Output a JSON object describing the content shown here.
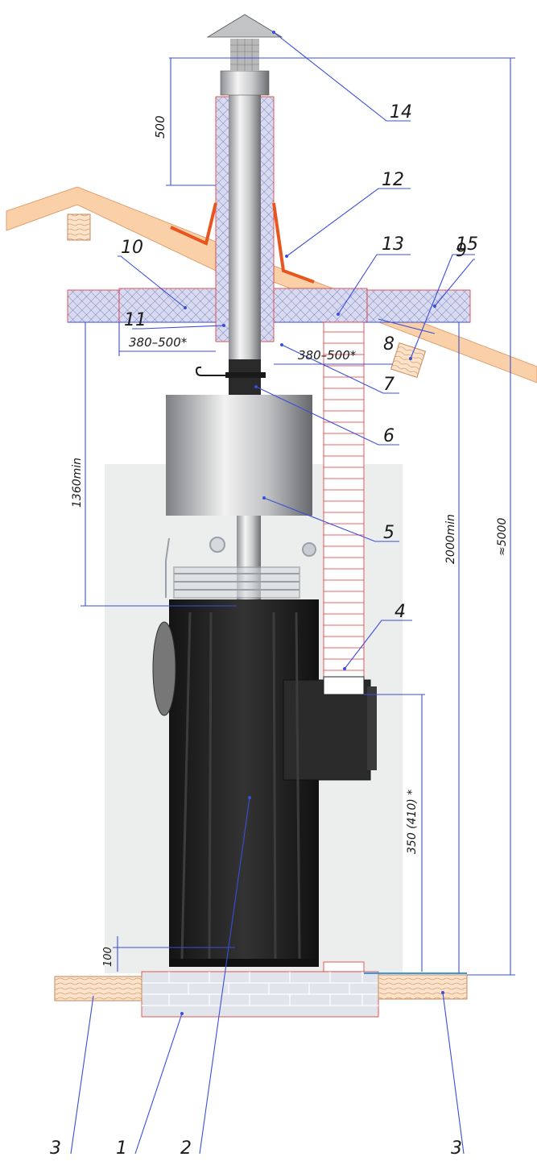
{
  "callouts": {
    "c1": "1",
    "c2": "2",
    "c3a": "3",
    "c3b": "3",
    "c4": "4",
    "c5": "5",
    "c6": "6",
    "c7": "7",
    "c8": "8",
    "c9": "9",
    "c10": "10",
    "c11": "11",
    "c12": "12",
    "c13": "13",
    "c14": "14",
    "c15": "15"
  },
  "dimensions": {
    "cap_above_ridge": "500",
    "roof_clearance": "380–500*",
    "ceiling_clearance": "380–500*",
    "ceiling_to_stove": "1360min",
    "floor_to_ceiling": "2000min",
    "total_height": "≈5000",
    "stove_base": "100",
    "door_height": "350 (410) *"
  },
  "colors": {
    "dimension_line": "#3a4fd8",
    "outline_red": "#e03030",
    "roof_fill": "#f9d0a8",
    "flashing": "#e8551e",
    "insulation": "#b8bddc",
    "stove": "#1e1e1e"
  }
}
